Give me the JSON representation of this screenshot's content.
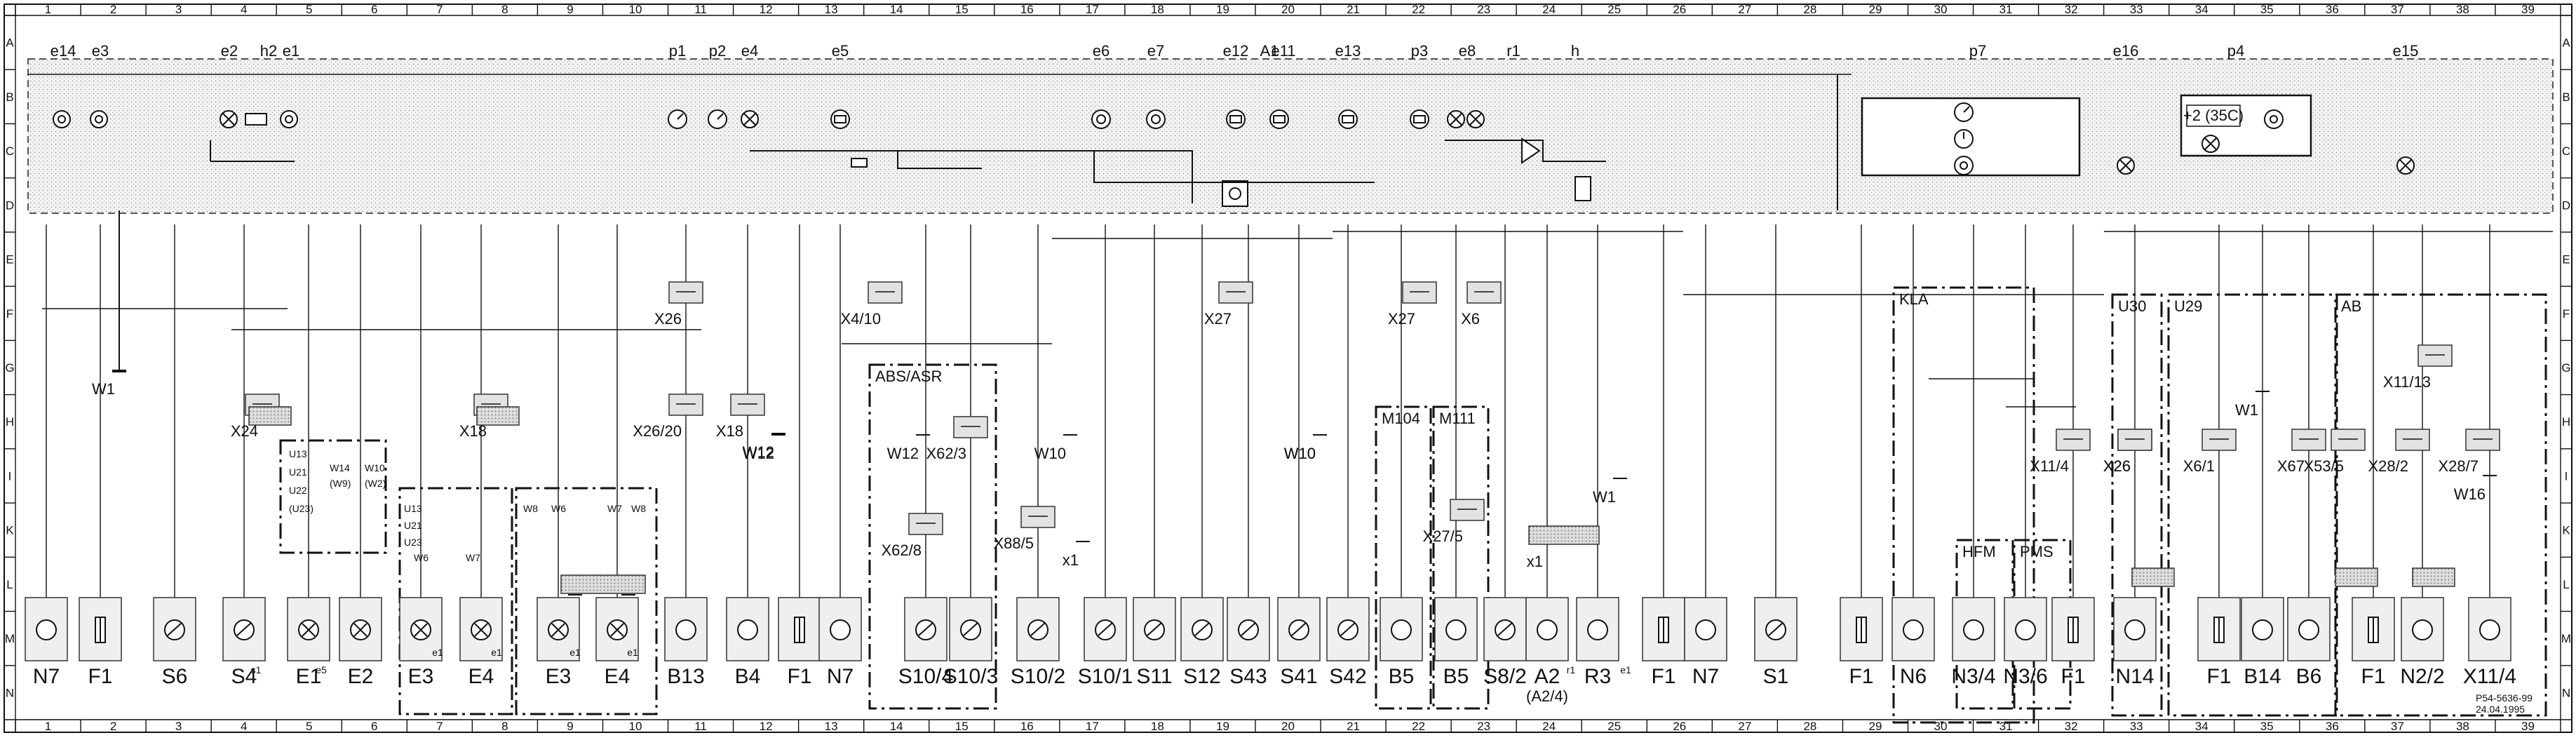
{
  "grid": {
    "columns": [
      "1",
      "2",
      "3",
      "4",
      "5",
      "6",
      "7",
      "8",
      "9",
      "10",
      "11",
      "12",
      "13",
      "14",
      "15",
      "16",
      "17",
      "18",
      "19",
      "20",
      "21",
      "22",
      "23",
      "24",
      "25",
      "26",
      "27",
      "28",
      "29",
      "30",
      "31",
      "32",
      "33",
      "34",
      "35",
      "36",
      "37",
      "38",
      "39"
    ],
    "rows": [
      "A",
      "B",
      "C",
      "D",
      "E",
      "F",
      "G",
      "H",
      "I",
      "K",
      "L",
      "M",
      "N"
    ]
  },
  "top_labels": [
    "e14",
    "e3",
    "e2",
    "h2",
    "e1",
    "p1",
    "p2",
    "e4",
    "e5",
    "e6",
    "e7",
    "e12",
    "A1",
    "e11",
    "e13",
    "p3",
    "e8",
    "r1",
    "h",
    "p7",
    "e16",
    "p4",
    "e15"
  ],
  "panel_readout": "+2 (35C)",
  "connectors": [
    "X26",
    "X4/10",
    "X27",
    "X27",
    "X6",
    "X24",
    "X18",
    "X26/20",
    "X18",
    "W12",
    "W1",
    "W10",
    "W12",
    "X62/3",
    "W10",
    "X62/8",
    "X88/5",
    "x1",
    "W10",
    "X26",
    "X11/4",
    "X26",
    "X6/1",
    "W1",
    "X67",
    "X53/5",
    "X28/2",
    "X28/7",
    "W16",
    "X11/13",
    "X27/5",
    "x1",
    "x1",
    "x1",
    "W1",
    "W12"
  ],
  "groups": [
    "ABS/ASR",
    "M104",
    "M111",
    "KLA",
    "HFM",
    "PMS",
    "U30",
    "U29",
    "AB"
  ],
  "variant_codes": [
    "U13",
    "U21",
    "U22",
    "(U23)",
    "W14",
    "(W9)",
    "W10",
    "(W2)",
    "U13",
    "U21",
    "U23",
    "W6",
    "W7",
    "W8",
    "W6",
    "W7",
    "W8"
  ],
  "bottom_labels": [
    "N7",
    "F1",
    "S6",
    "S4",
    "E1",
    "E2",
    "E3",
    "E4",
    "E3",
    "E4",
    "B13",
    "B4",
    "F1",
    "N7",
    "S10/4",
    "S10/3",
    "S10/2",
    "S10/1",
    "S11",
    "S12",
    "S43",
    "S41",
    "S42",
    "B5",
    "B5",
    "S8/2",
    "A2",
    "(A2/4)",
    "R3",
    "F1",
    "N7",
    "S1",
    "F1",
    "N6",
    "N3/4",
    "N3/6",
    "F1",
    "N14",
    "F1",
    "B14",
    "B6",
    "F1",
    "N2/2",
    "X11/4"
  ],
  "sub_labels": [
    "s1",
    "e5",
    "e1",
    "e1",
    "e1",
    "e1",
    "e1",
    "r1"
  ],
  "doc_ref": "P54-5636-99",
  "doc_date": "24.04.1995"
}
